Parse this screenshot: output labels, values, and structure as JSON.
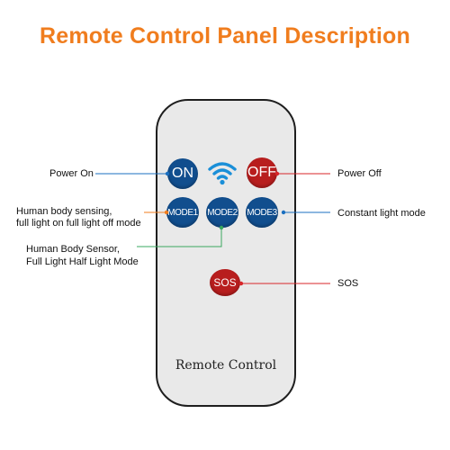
{
  "title": "Remote Control Panel Description",
  "colors": {
    "title": "#f07d1e",
    "remote_body": "#e9e9e9",
    "blue_button": "#114e8e",
    "red_button": "#b81e1e",
    "wifi": "#1a8fd8",
    "line_blue": "#1a6fc0",
    "line_red": "#d8262a",
    "line_orange": "#f07d1e",
    "line_green": "#3aa860"
  },
  "buttons": {
    "on": "ON",
    "off": "OFF",
    "mode1": "MODE1",
    "mode2": "MODE2",
    "mode3": "MODE3",
    "sos": "SOS"
  },
  "icons": {
    "signal": "wifi-signal-icon"
  },
  "remote_label": "Remote Control",
  "labels": {
    "power_on": "Power On",
    "power_off": "Power Off",
    "mode1_line1": "Human body sensing,",
    "mode1_line2": "full light on full light off mode",
    "mode2_line1": "Human Body Sensor,",
    "mode2_line2": "Full Light Half Light Mode",
    "mode3": "Constant light mode",
    "sos": "SOS"
  }
}
